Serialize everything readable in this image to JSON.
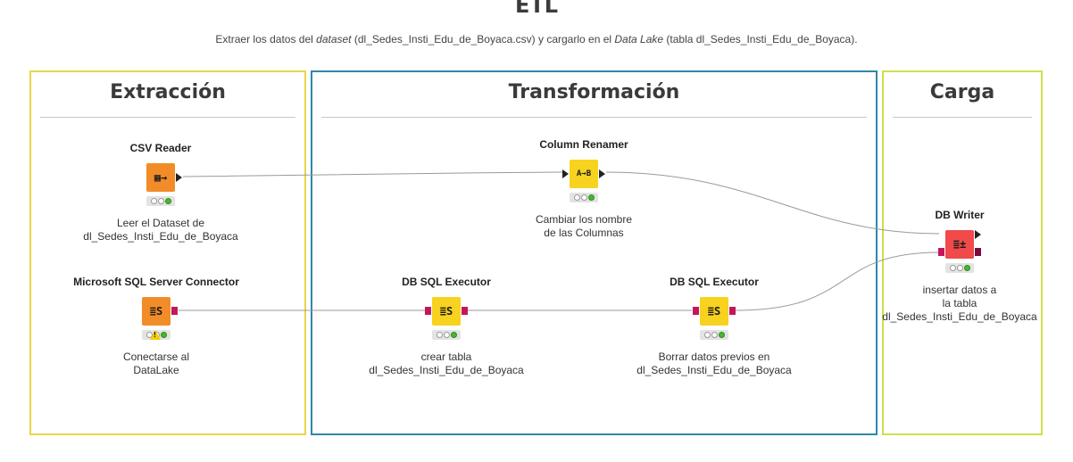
{
  "header": {
    "title": "ETL",
    "subtitle_parts": [
      {
        "text": "Extraer los datos del ",
        "italic": false
      },
      {
        "text": "dataset",
        "italic": true
      },
      {
        "text": " (dl_Sedes_Insti_Edu_de_Boyaca.csv) y cargarlo en el ",
        "italic": false
      },
      {
        "text": "Data Lake",
        "italic": true
      },
      {
        "text": " (tabla dl_Sedes_Insti_Edu_de_Boyaca).",
        "italic": false
      }
    ]
  },
  "sections": {
    "extract": {
      "title": "Extracción",
      "color": "#e8d54a"
    },
    "transform": {
      "title": "Transformación",
      "color": "#2f87a8"
    },
    "load": {
      "title": "Carga",
      "color": "#cfe04a"
    }
  },
  "nodes": {
    "csv_reader": {
      "name": "CSV Reader",
      "desc": [
        "Leer el Dataset de",
        "dl_Sedes_Insti_Edu_de_Boyaca"
      ],
      "color": "#f28c28",
      "icon": "table-read-icon",
      "glyph": "▦→"
    },
    "sql_connector": {
      "name": "Microsoft SQL Server Connector",
      "desc": [
        "Conectarse al",
        "DataLake"
      ],
      "color": "#f28c28",
      "icon": "db-connector-icon",
      "glyph": "≣S",
      "warning": true
    },
    "column_renamer": {
      "name": "Column Renamer",
      "desc": [
        "Cambiar los nombre",
        "de las Columnas"
      ],
      "color": "#f7d21e",
      "icon": "rename-icon",
      "glyph": "A→B"
    },
    "db_exec_1": {
      "name": "DB SQL Executor",
      "desc": [
        "crear tabla",
        "dl_Sedes_Insti_Edu_de_Boyaca"
      ],
      "color": "#f7d21e",
      "icon": "db-sql-icon",
      "glyph": "≣S"
    },
    "db_exec_2": {
      "name": "DB SQL Executor",
      "desc": [
        "Borrar datos previos en",
        "dl_Sedes_Insti_Edu_de_Boyaca"
      ],
      "color": "#f7d21e",
      "icon": "db-sql-icon",
      "glyph": "≣S"
    },
    "db_writer": {
      "name": "DB Writer",
      "desc": [
        "insertar datos a",
        "la tabla",
        "dl_Sedes_Insti_Edu_de_Boyaca"
      ],
      "color": "#f04a4a",
      "icon": "db-write-icon",
      "glyph": "≣±"
    }
  },
  "colors": {
    "db_port": "#c2185b",
    "db_port_dark": "#7a0b3a",
    "wire": "#9a9a9a"
  }
}
